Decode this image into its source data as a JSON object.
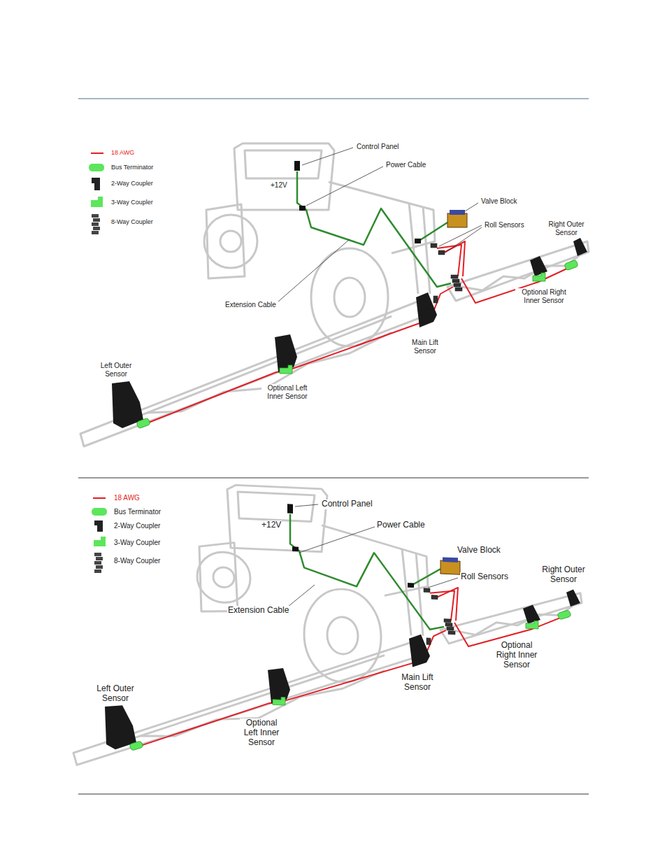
{
  "diagram": {
    "labels": [
      "Control Panel",
      "Power Cable",
      "+12V",
      "Valve Block",
      "Roll Sensors",
      "Right Outer Sensor",
      "Optional Right Inner Sensor",
      "Extension Cable",
      "Main Lift Sensor",
      "Left Outer Sensor",
      "Optional Left Inner Sensor",
      "Control Panel",
      "+12V",
      "Power Cable",
      "Valve Block",
      "Roll Sensors",
      "Right Outer Sensor",
      "Extension Cable",
      "Optional Right Inner Sensor",
      "Main Lift Sensor",
      "Left Outer Sensor",
      "Optional Left Inner Sensor"
    ],
    "legend": [
      {
        "text": "18 AWG"
      },
      {
        "text": "Bus Terminator"
      },
      {
        "text": "2-Way Coupler"
      },
      {
        "text": "3-Way Coupler"
      },
      {
        "text": "8-Way Coupler"
      },
      {
        "text": "18 AWG"
      },
      {
        "text": "Bus Terminator"
      },
      {
        "text": "2-Way Coupler"
      },
      {
        "text": "3-Way Coupler"
      },
      {
        "text": "8-Way Coupler"
      }
    ]
  }
}
